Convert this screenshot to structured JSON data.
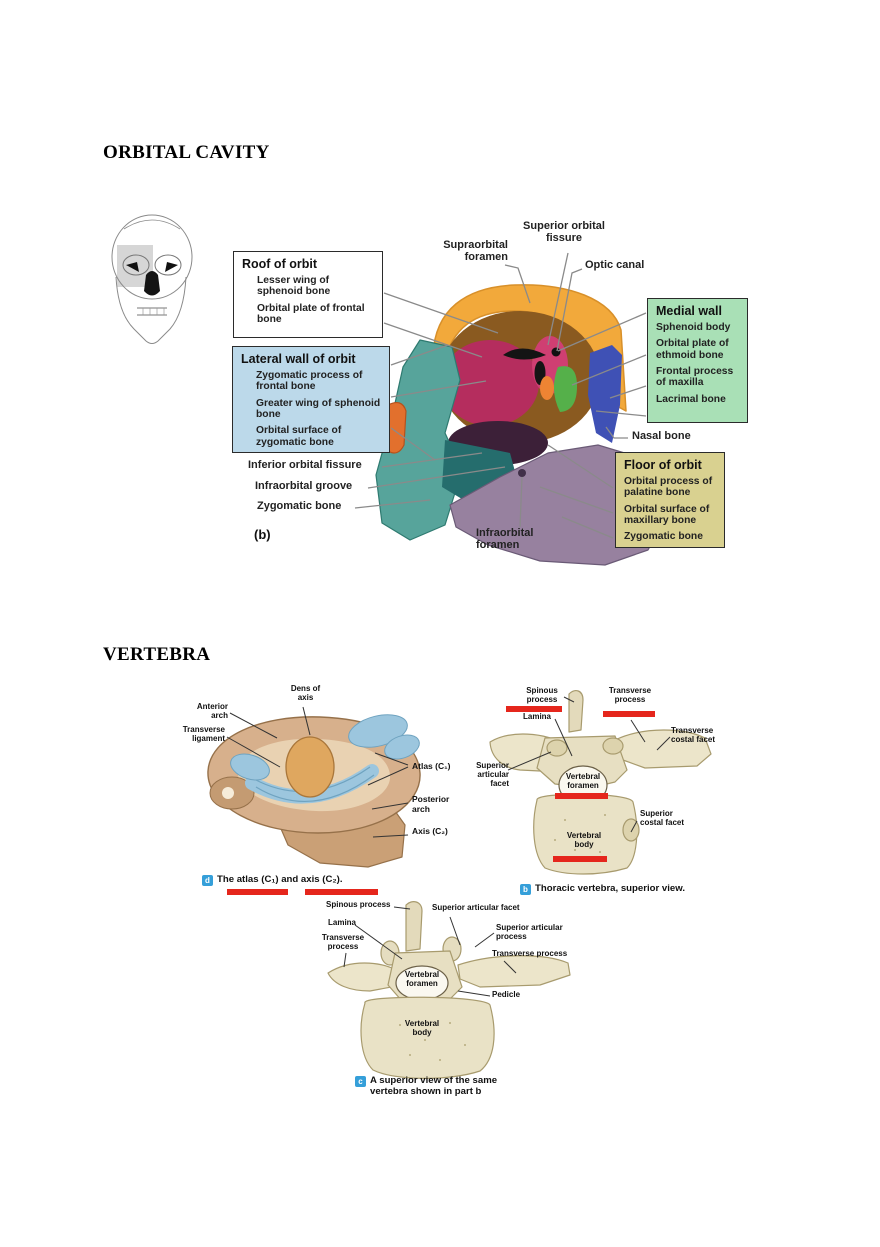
{
  "headings": {
    "orbital": "ORBITAL CAVITY",
    "vertebra": "VERTEBRA"
  },
  "orbital": {
    "labels": {
      "supraorbital_foramen": "Supraorbital foramen",
      "superior_orbital_fissure": "Superior orbital fissure",
      "optic_canal": "Optic canal",
      "nasal_bone": "Nasal bone",
      "inferior_orbital_fissure": "Inferior orbital fissure",
      "infraorbital_groove": "Infraorbital groove",
      "zygomatic_bone": "Zygomatic bone",
      "infraorbital_foramen": "Infraorbital foramen",
      "subfigure": "(b)"
    },
    "boxes": {
      "roof": {
        "title": "Roof of orbit",
        "items": [
          "Lesser wing of sphenoid bone",
          "Orbital plate of frontal bone"
        ]
      },
      "lateral": {
        "title": "Lateral wall of orbit",
        "items": [
          "Zygomatic process of frontal bone",
          "Greater wing of sphenoid bone",
          "Orbital surface of zygomatic bone"
        ]
      },
      "medial": {
        "title": "Medial wall",
        "items": [
          "Sphenoid body",
          "Orbital plate of ethmoid bone",
          "Frontal process of maxilla",
          "Lacrimal bone"
        ]
      },
      "floor": {
        "title": "Floor of orbit",
        "items": [
          "Orbital process of palatine bone",
          "Orbital surface of maxillary bone",
          "Zygomatic bone"
        ]
      }
    }
  },
  "vertebra": {
    "atlas_axis": {
      "dens_of_axis": "Dens of axis",
      "anterior_arch": "Anterior arch",
      "transverse_ligament": "Transverse ligament",
      "atlas_c1": "Atlas (C₁)",
      "posterior_arch": "Posterior arch",
      "axis_c2": "Axis (C₂)",
      "caption_letter": "d",
      "caption": "The atlas (C₁) and axis (C₂)."
    },
    "thoracic": {
      "spinous_process": "Spinous process",
      "transverse_process": "Transverse process",
      "lamina": "Lamina",
      "transverse_costal_facet": "Transverse costal facet",
      "superior_articular_facet": "Superior articular facet",
      "vertebral_foramen": "Vertebral foramen",
      "superior_costal_facet": "Superior costal facet",
      "vertebral_body": "Vertebral body",
      "caption_letter": "b",
      "caption": "Thoracic vertebra, superior view."
    },
    "superior_view": {
      "spinous_process": "Spinous process",
      "superior_articular_facet": "Superior articular facet",
      "lamina": "Lamina",
      "superior_articular_process": "Superior articular process",
      "transverse_process_left": "Transverse process",
      "transverse_process_right": "Transverse process",
      "vertebral_foramen": "Vertebral foramen",
      "pedicle": "Pedicle",
      "vertebral_body": "Vertebral body",
      "caption_letter": "c",
      "caption": "A superior view of the same vertebra shown in part b"
    }
  },
  "colors": {
    "annotation_red": "#e5261c",
    "caption_square_blue": "#359fd9",
    "box_lateral_blue": "#bcd9ea",
    "box_medial_green": "#a9e0b6",
    "box_floor_khaki": "#d9d190",
    "bone_frontal_orange": "#f2a93b",
    "bone_zygomatic_teal": "#57a49b",
    "bone_sphenoid_crimson": "#b52d5e",
    "bone_maxilla_purple": "#97819f",
    "bone_nasal_blue": "#3f51b5",
    "bone_ethmoid_green": "#55b04a",
    "bone_tan": "#d7b08c",
    "bone_pale": "#e9e2c6",
    "cartilage_blue": "#9cc6de"
  }
}
